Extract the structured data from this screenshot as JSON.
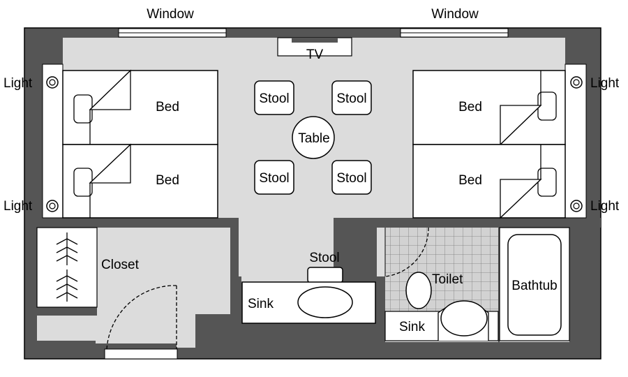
{
  "labels": {
    "window_left": "Window",
    "window_right": "Window",
    "tv": "TV",
    "light": "Light",
    "bed": "Bed",
    "stool": "Stool",
    "table": "Table",
    "closet": "Closet",
    "sink": "Sink",
    "toilet": "Toilet",
    "bathtub": "Bathtub"
  },
  "colors": {
    "wall": "#555555",
    "floor": "#dcdcdc",
    "furniture": "#ffffff",
    "outline": "#000000",
    "tile_grid": "#888888"
  }
}
